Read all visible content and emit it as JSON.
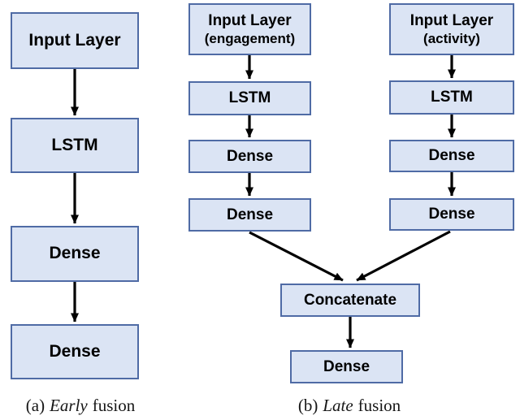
{
  "figure": {
    "colors": {
      "background": "#ffffff",
      "node_fill": "#dbe4f4",
      "node_border": "#4f6ba5",
      "arrow": "#000000",
      "text": "#000000"
    },
    "panel_a": {
      "nodes": [
        "Input Layer",
        "LSTM",
        "Dense",
        "Dense"
      ],
      "caption": {
        "tag": "(a)",
        "emph": "Early",
        "rest": "fusion"
      }
    },
    "panel_b": {
      "branch_engagement": {
        "input_title": "Input Layer",
        "input_subtitle": "(engagement)",
        "nodes": [
          "LSTM",
          "Dense",
          "Dense"
        ]
      },
      "branch_activity": {
        "input_title": "Input Layer",
        "input_subtitle": "(activity)",
        "nodes": [
          "LSTM",
          "Dense",
          "Dense"
        ]
      },
      "fusion_nodes": [
        "Concatenate",
        "Dense"
      ],
      "caption": {
        "tag": "(b)",
        "emph": "Late",
        "rest": "fusion"
      }
    }
  }
}
